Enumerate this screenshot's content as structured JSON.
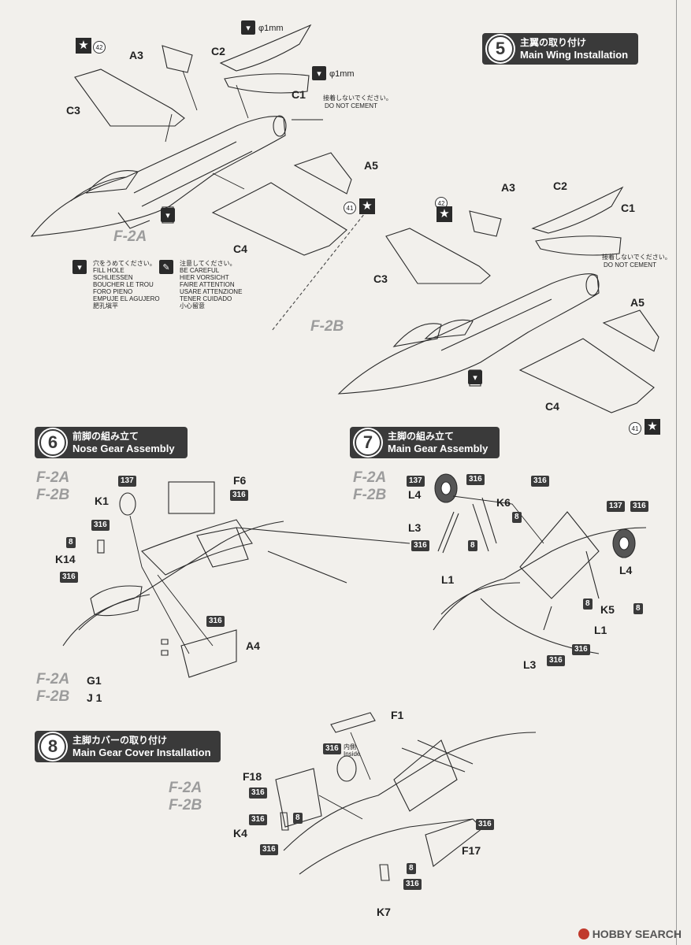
{
  "steps": {
    "s5": {
      "num": "5",
      "jp": "主翼の取り付け",
      "en": "Main Wing Installation"
    },
    "s6": {
      "num": "6",
      "jp": "前脚の組み立て",
      "en": "Nose Gear Assembly"
    },
    "s7": {
      "num": "7",
      "jp": "主脚の組み立て",
      "en": "Main Gear Assembly"
    },
    "s8": {
      "num": "8",
      "jp": "主脚カバーの取り付け",
      "en": "Main Gear Cover Installation"
    }
  },
  "variants": {
    "f2a": "F-2A",
    "f2b": "F-2B",
    "f2a_short": "F-2A",
    "f2b_short": "F-2B"
  },
  "parts": {
    "A3": "A3",
    "A4": "A4",
    "A5": "A5",
    "C1": "C1",
    "C2": "C2",
    "C3": "C3",
    "C4": "C4",
    "F1": "F1",
    "F6": "F6",
    "F17": "F17",
    "F18": "F18",
    "G1": "G1",
    "J1": "J 1",
    "K1": "K1",
    "K4": "K4",
    "K5": "K5",
    "K6": "K6",
    "K7": "K7",
    "K14": "K14",
    "L1": "L1",
    "L3": "L3",
    "L4": "L4"
  },
  "paint": {
    "c316": "316",
    "c137": "137",
    "c8": "8"
  },
  "decals": {
    "d41": "41",
    "d42": "42"
  },
  "drill": {
    "phi": "φ1mm"
  },
  "notes": {
    "do_not_cement_jp": "接着しないでください。",
    "do_not_cement_en": "DO NOT CEMENT",
    "inside_jp": "内側",
    "inside_en": "Inside"
  },
  "legend": {
    "fill": [
      "穴をうめてください。",
      "FILL HOLE",
      "SCHLIESSEN",
      "BOUCHER LE TROU",
      "FORO PIENO",
      "EMPUJE EL AGUJERO",
      "肥孔塡平"
    ],
    "careful": [
      "注意してください。",
      "BE CAREFUL",
      "HIER VORSICHT",
      "FAIRE ATTENTION",
      "USARE ATTENZIONE",
      "TENER CUIDADO",
      "小心留意"
    ]
  },
  "watermark": "HOBBY SEARCH"
}
